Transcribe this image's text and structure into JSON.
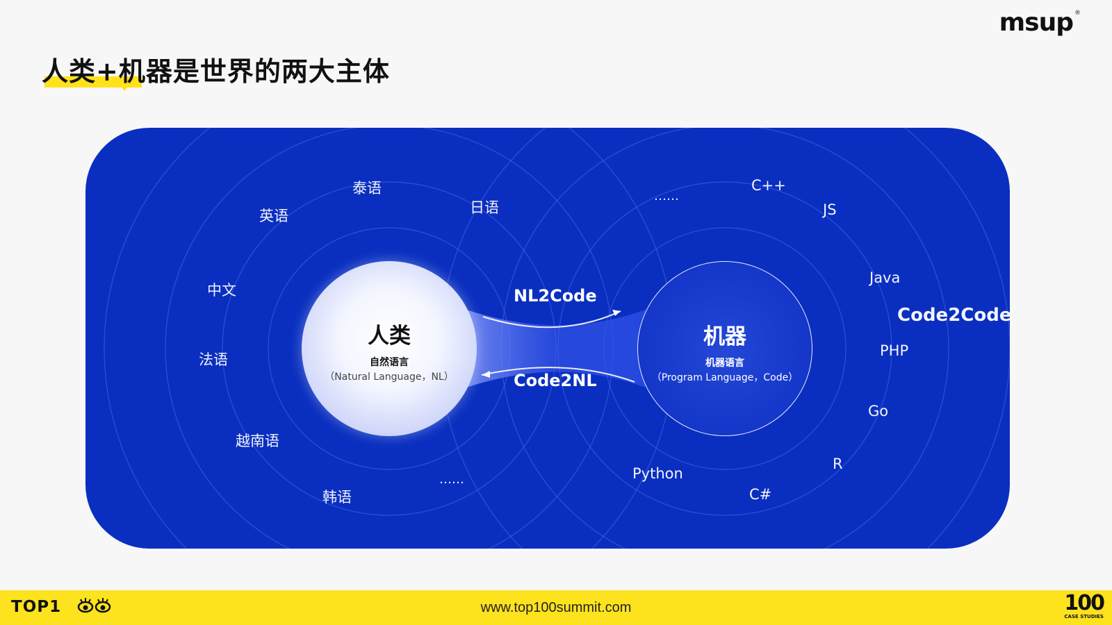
{
  "header": {
    "title": "人类+机器是世界的两大主体",
    "brand": "msup",
    "brand_mark": "®"
  },
  "diagram": {
    "human": {
      "title": "人类",
      "subtitle": "自然语言",
      "desc": "（Natural Language，NL）"
    },
    "machine": {
      "title": "机器",
      "subtitle": "机器语言",
      "desc": "（Program Language，Code）"
    },
    "arrows": {
      "to_machine": "NL2Code",
      "to_human": "Code2NL"
    },
    "natural_languages": [
      "泰语",
      "日语",
      "英语",
      "中文",
      "法语",
      "越南语",
      "韩语",
      "……"
    ],
    "program_languages": [
      "……",
      "C++",
      "JS",
      "Java",
      "PHP",
      "Go",
      "R",
      "C#",
      "Python"
    ],
    "code2code": "Code2Code"
  },
  "footer": {
    "logo": "TOP1",
    "url": "www.top100summit.com",
    "badge_number": "100",
    "badge_text": "CASE STUDIES"
  },
  "colors": {
    "panel": "#0a2fc0",
    "accent_yellow": "#fde21e",
    "text_dark": "#111111"
  }
}
